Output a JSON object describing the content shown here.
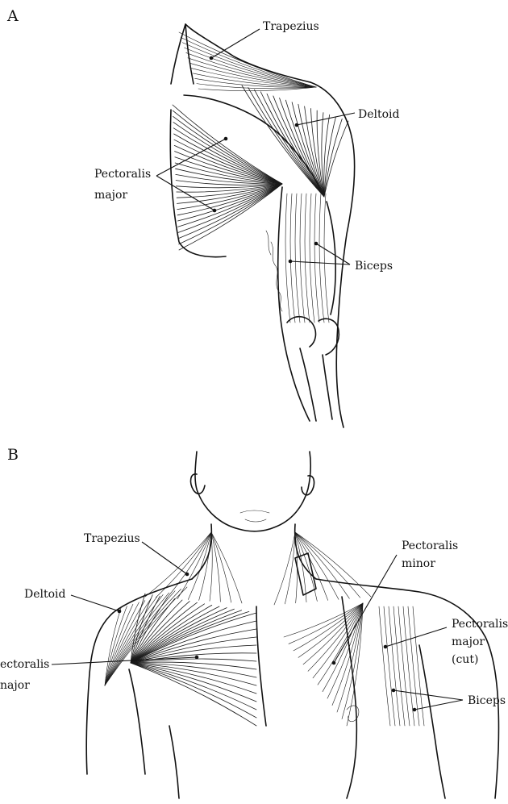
{
  "panels": [
    {
      "letter": "A",
      "labels": {
        "trapezius": "Trapezius",
        "deltoid": "Deltoid",
        "pectoralis_major_l1": "Pectoralis",
        "pectoralis_major_l2": "major",
        "biceps": "Biceps"
      }
    },
    {
      "letter": "B",
      "labels": {
        "trapezius": "Trapezius",
        "deltoid": "Deltoid",
        "pectoralis_minor_l1": "Pectoralis",
        "pectoralis_minor_l2": "minor",
        "pectoralis_major_cut_l1": "Pectoralis",
        "pectoralis_major_cut_l2": "major",
        "pectoralis_major_cut_l3": "(cut)",
        "pectoralis_major_l1": "ectoralis",
        "pectoralis_major_l2": "najor",
        "biceps": "Biceps"
      }
    }
  ],
  "colors": {
    "ink": "#111111",
    "background": "#ffffff"
  }
}
